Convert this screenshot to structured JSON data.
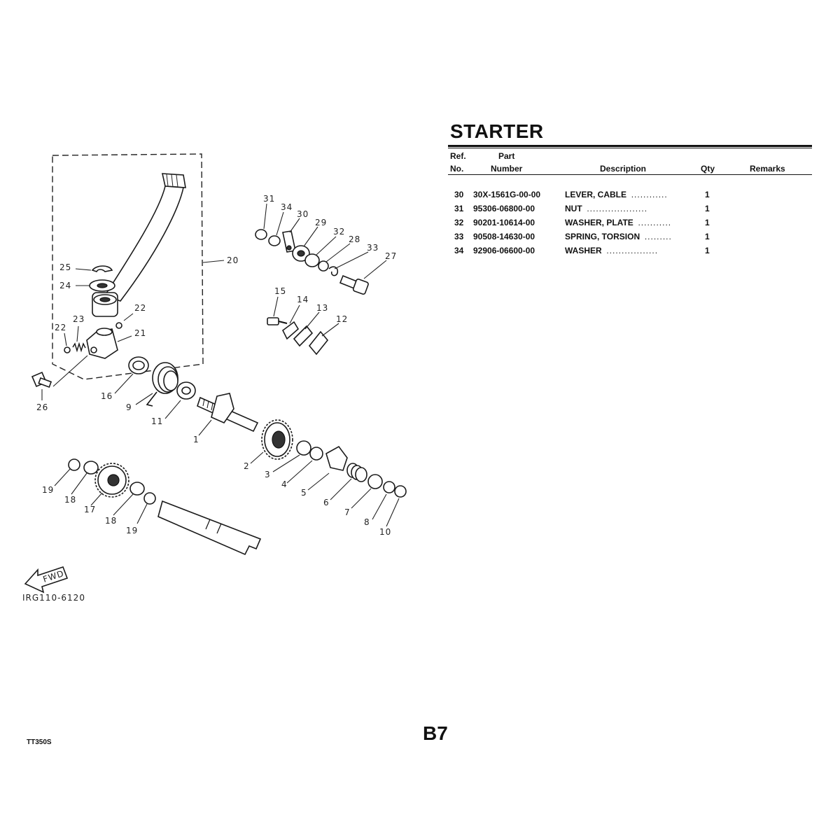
{
  "page": {
    "title": "STARTER",
    "page_id": "B7",
    "model": "TT350S"
  },
  "table": {
    "headers": {
      "ref_top": "Ref.",
      "ref_bottom": "No.",
      "part_top": "Part",
      "part_bottom": "Number",
      "description": "Description",
      "qty": "Qty",
      "remarks": "Remarks"
    },
    "rows": [
      {
        "ref": "30",
        "part_number": "30X-1561G-00-00",
        "description": "LEVER, CABLE",
        "dots": "............",
        "qty": "1",
        "remarks": ""
      },
      {
        "ref": "31",
        "part_number": "95306-06800-00",
        "description": "NUT",
        "dots": "....................",
        "qty": "1",
        "remarks": ""
      },
      {
        "ref": "32",
        "part_number": "90201-10614-00",
        "description": "WASHER, PLATE",
        "dots": "...........",
        "qty": "1",
        "remarks": ""
      },
      {
        "ref": "33",
        "part_number": "90508-14630-00",
        "description": "SPRING, TORSION",
        "dots": ".........",
        "qty": "1",
        "remarks": ""
      },
      {
        "ref": "34",
        "part_number": "92906-06600-00",
        "description": "WASHER",
        "dots": ".................",
        "qty": "1",
        "remarks": ""
      }
    ]
  },
  "diagram": {
    "drawing_code": "IRG110-6120",
    "fwd_label": "FWD",
    "callouts": [
      "31",
      "34",
      "30",
      "29",
      "32",
      "28",
      "33",
      "27",
      "20",
      "25",
      "24",
      "22",
      "23",
      "22",
      "21",
      "15",
      "14",
      "13",
      "12",
      "26",
      "16",
      "9",
      "11",
      "1",
      "2",
      "3",
      "4",
      "5",
      "6",
      "7",
      "8",
      "10",
      "19",
      "18",
      "17",
      "18",
      "19"
    ]
  }
}
